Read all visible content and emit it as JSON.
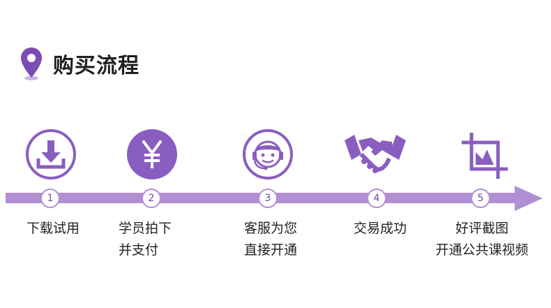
{
  "title": "购买流程",
  "colors": {
    "accent": "#8a5ec0",
    "accent_light": "#b08fd3",
    "badge_text": "#6f4aa0"
  },
  "steps": [
    {
      "number": "1",
      "icon": "download-icon",
      "lines": [
        "下载试用"
      ]
    },
    {
      "number": "2",
      "icon": "yen-icon",
      "lines": [
        "学员拍下",
        "并支付"
      ]
    },
    {
      "number": "3",
      "icon": "customer-service-icon",
      "lines": [
        "客服为您",
        "直接开通"
      ]
    },
    {
      "number": "4",
      "icon": "handshake-icon",
      "lines": [
        "交易成功"
      ]
    },
    {
      "number": "5",
      "icon": "crop-icon",
      "lines": [
        "好评截图",
        "开通公共课视频"
      ]
    }
  ]
}
